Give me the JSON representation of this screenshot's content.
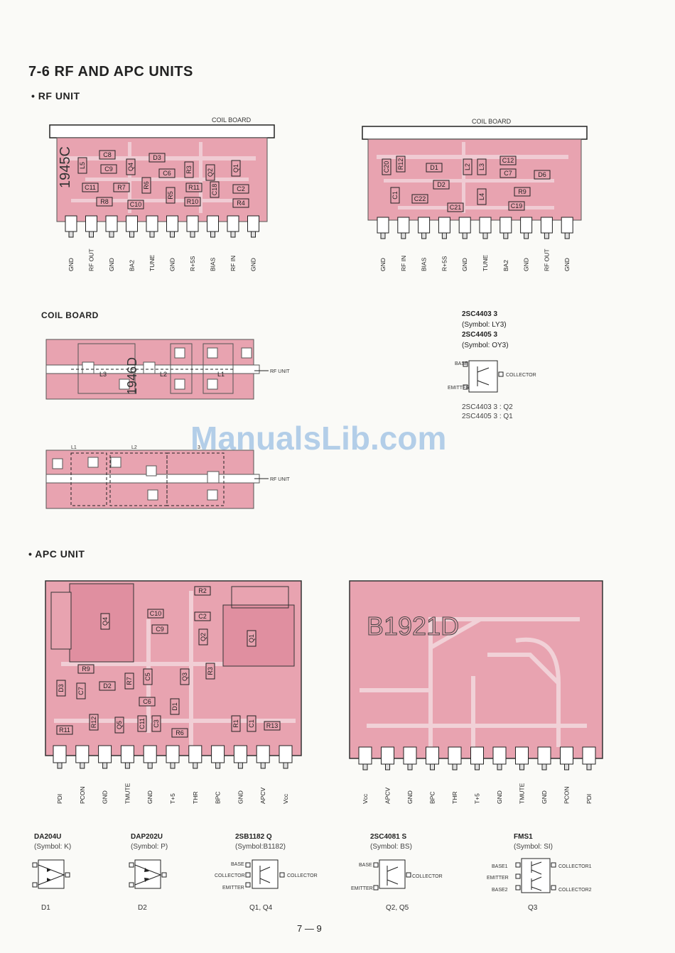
{
  "heading": {
    "title": "7-6  RF AND APC UNITS",
    "rf_unit": "• RF UNIT",
    "coil_board": "COIL BOARD",
    "apc_unit": "• APC UNIT"
  },
  "rf_unit": {
    "left_board": {
      "board_label": "COIL BOARD",
      "code": "1945C",
      "components": [
        "C8",
        "L5",
        "D3",
        "Q4",
        "C9",
        "C6",
        "R3",
        "Q2",
        "Q1",
        "C11",
        "R7",
        "R6",
        "R5",
        "R11",
        "C18",
        "C2",
        "R8",
        "C10",
        "R10",
        "R4"
      ],
      "pins": [
        "GND",
        "RF OUT",
        "GND",
        "BA2",
        "TUNE",
        "GND",
        "R+5S",
        "BIAS",
        "RF IN",
        "GND"
      ]
    },
    "right_board": {
      "board_label": "COIL BOARD",
      "components": [
        "C20",
        "R12",
        "D1",
        "L2",
        "L3",
        "C12",
        "C7",
        "D6",
        "C1",
        "D2",
        "L4",
        "C19",
        "R9",
        "C22",
        "C21"
      ],
      "pins": [
        "GND",
        "RF IN",
        "BIAS",
        "R+5S",
        "GND",
        "TUNE",
        "BA2",
        "GND",
        "RF OUT",
        "GND"
      ]
    }
  },
  "coil_board": {
    "top": {
      "labels": [
        "L3",
        "L2",
        "L1"
      ],
      "code": "1946D",
      "connector": "RF UNIT"
    },
    "bottom": {
      "labels": [
        "L1",
        "L2",
        "3"
      ],
      "connector": "RF UNIT"
    }
  },
  "transistor_info": {
    "part1": "2SC4403  3",
    "symbol1": "(Symbol: LY3)",
    "part2": "2SC4405  3",
    "symbol2": "(Symbol: OY3)",
    "pin_base": "BASE",
    "pin_collector": "COLLECTOR",
    "pin_emitter": "EMITTER",
    "usage1": "2SC4403 3 : Q2",
    "usage2": "2SC4405 3 : Q1"
  },
  "apc_unit": {
    "left_board": {
      "components": [
        "R2",
        "C10",
        "Q4",
        "C2",
        "C9",
        "Q2",
        "Q1",
        "R9",
        "R7",
        "C5",
        "Q3",
        "R3",
        "D3",
        "C7",
        "D2",
        "C6",
        "D1",
        "R11",
        "R12",
        "Q5",
        "C11",
        "C3",
        "R6",
        "R1",
        "C1",
        "R13"
      ],
      "pins": [
        "PDI",
        "PCON",
        "GND",
        "TMUTE",
        "GND",
        "T+5",
        "THR",
        "BPC",
        "GND",
        "APCV",
        "Vcc"
      ]
    },
    "right_board": {
      "code": "B1921D",
      "pins": [
        "Vcc",
        "APCV",
        "GND",
        "BPC",
        "THR",
        "T+5",
        "GND",
        "TMUTE",
        "GND",
        "PCON",
        "PDI"
      ]
    }
  },
  "devices": [
    {
      "part": "DA204U",
      "symbol": "(Symbol: K)",
      "ref": "D1"
    },
    {
      "part": "DAP202U",
      "symbol": "(Symbol: P)",
      "ref": "D2"
    },
    {
      "part": "2SB1182 Q",
      "symbol": "(Symbol:B1182)",
      "ref": "Q1, Q4",
      "pins": [
        "BASE",
        "COLLECTOR",
        "EMITTER",
        "COLLECTOR"
      ]
    },
    {
      "part": "2SC4081 S",
      "symbol": "(Symbol: BS)",
      "ref": "Q2, Q5",
      "pins": [
        "BASE",
        "EMITTER",
        "COLLECTOR"
      ]
    },
    {
      "part": "FMS1",
      "symbol": "(Symbol: SI)",
      "ref": "Q3",
      "pins": [
        "BASE1",
        "EMITTER",
        "BASE2",
        "COLLECTOR1",
        "COLLECTOR2"
      ]
    }
  ],
  "watermark": "ManualsLib.com",
  "page_number": "7 — 9",
  "colors": {
    "board": "#e8a3b0",
    "board_dark": "#d98a9a",
    "trace": "#f3d6dc",
    "pad": "#ffffff"
  }
}
